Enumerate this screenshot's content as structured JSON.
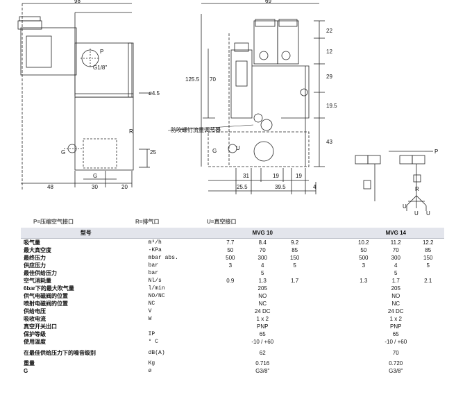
{
  "drawing_labels": {
    "dim_98": "98",
    "dim_69": "69",
    "dim_22": "22",
    "dim_12": "12",
    "dim_29": "29",
    "dim_19_5": "19.5",
    "dim_43": "43",
    "dim_125_5": "125.5",
    "dim_70": "70",
    "dim_4_5": "ø4.5",
    "dim_25": "25",
    "dim_48": "48",
    "dim_30": "30",
    "dim_20": "20",
    "dim_31": "31",
    "dim_19a": "19",
    "dim_19b": "19",
    "dim_25_5": "25.5",
    "dim_39_5": "39.5",
    "dim_4": "4",
    "label_P": "P",
    "label_thread": "G1/8\"",
    "label_R": "R",
    "label_G_left": "G",
    "label_G_bottom": "G",
    "label_U": "U",
    "label_G_front": "G",
    "annotation_screw": "防吹螺钉流量调节器",
    "schem_P": "P",
    "schem_R": "R",
    "schem_U1": "U",
    "schem_U2": "U",
    "schem_U3": "U"
  },
  "ports": {
    "p": "P=压缩空气接口",
    "r": "R=排气口",
    "u": "U=真空接口"
  },
  "table": {
    "model_header": "型号",
    "col_mvg10": "MVG 10",
    "col_mvg14": "MVG 14",
    "rows": [
      {
        "label": "吸气量",
        "unit": "m³/h",
        "a": [
          "7.7",
          "8.4",
          "9.2"
        ],
        "b": [
          "10.2",
          "11.2",
          "12.2"
        ]
      },
      {
        "label": "最大真空度",
        "unit": "-KPa",
        "a": [
          "50",
          "70",
          "85"
        ],
        "b": [
          "50",
          "70",
          "85"
        ]
      },
      {
        "label": "最终压力",
        "unit": "mbar abs.",
        "a": [
          "500",
          "300",
          "150"
        ],
        "b": [
          "500",
          "300",
          "150"
        ]
      },
      {
        "label": "供应压力",
        "unit": "bar",
        "a": [
          "3",
          "4",
          "5"
        ],
        "b": [
          "3",
          "4",
          "5"
        ]
      },
      {
        "label": "最佳供给压力",
        "unit": "bar",
        "a": [
          "",
          "5",
          ""
        ],
        "b": [
          "",
          "5",
          ""
        ]
      },
      {
        "label": "空气消耗量",
        "unit": "Nl/s",
        "a": [
          "0.9",
          "1.3",
          "1.7"
        ],
        "b": [
          "1.3",
          "1.7",
          "2.1"
        ]
      },
      {
        "label": "6bar下的最大吹气量",
        "unit": "l/min",
        "a": [
          "",
          "205",
          ""
        ],
        "b": [
          "",
          "205",
          ""
        ]
      },
      {
        "label": "供气电磁阀的位置",
        "unit": "NO/NC",
        "a": [
          "",
          "NO",
          ""
        ],
        "b": [
          "",
          "NO",
          ""
        ]
      },
      {
        "label": "喷射电磁阀的位置",
        "unit": "NC",
        "a": [
          "",
          "NC",
          ""
        ],
        "b": [
          "",
          "NC",
          ""
        ]
      },
      {
        "label": "供给电压",
        "unit": "V",
        "a": [
          "",
          "24 DC",
          ""
        ],
        "b": [
          "",
          "24 DC",
          ""
        ]
      },
      {
        "label": "吸收电流",
        "unit": "W",
        "a": [
          "",
          "1 x 2",
          ""
        ],
        "b": [
          "",
          "1 x 2",
          ""
        ]
      },
      {
        "label": "真空开关出口",
        "unit": "",
        "a": [
          "",
          "PNP",
          ""
        ],
        "b": [
          "",
          "PNP",
          ""
        ]
      },
      {
        "label": "保护等级",
        "unit": "IP",
        "a": [
          "",
          "65",
          ""
        ],
        "b": [
          "",
          "65",
          ""
        ]
      },
      {
        "label": "使用温度",
        "unit": "° C",
        "a": [
          "",
          "-10 / +60",
          ""
        ],
        "b": [
          "",
          "-10 / +60",
          ""
        ]
      },
      {
        "label": "在最佳供给压力下的噪音级别",
        "unit": "dB(A)",
        "a": [
          "",
          "62",
          ""
        ],
        "b": [
          "",
          "70",
          ""
        ],
        "tall": true
      },
      {
        "label": "重量",
        "unit": "Kg",
        "a": [
          "",
          "0.716",
          ""
        ],
        "b": [
          "",
          "0.720",
          ""
        ]
      },
      {
        "label": "G",
        "unit": "ø",
        "a": [
          "",
          "G3/8\"",
          ""
        ],
        "b": [
          "",
          "G3/8\"",
          ""
        ]
      }
    ]
  }
}
